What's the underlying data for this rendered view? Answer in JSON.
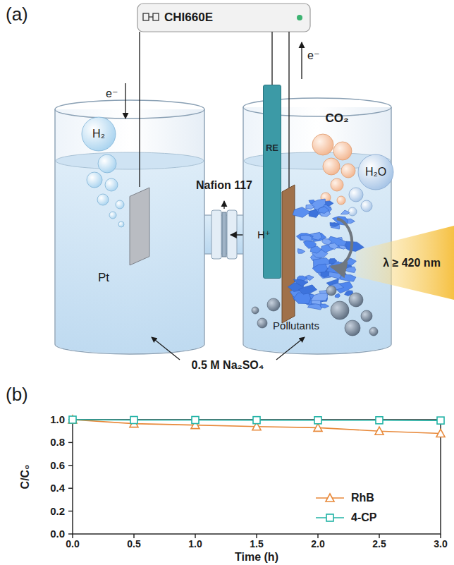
{
  "diagram": {
    "nodes": [
      {
        "text": [
          "CHI660E"
        ]
      },
      {
        "text": [
          "Pt"
        ]
      },
      {
        "text": [
          "RE"
        ]
      }
    ],
    "edges": [
      {
        "from": 0,
        "to": 1,
        "arrow": "none"
      },
      {
        "from": 0,
        "to": 2,
        "arrow": "none"
      }
    ],
    "labels": [
      "(a)",
      "e⁻",
      "e⁻",
      "H₂",
      "CO₂",
      "H₂O",
      "Nafion 117",
      "H⁺",
      "λ ≥ 420 nm",
      "Pollutants",
      "0.5 M Na₂SO₄",
      "(b)",
      "1.0",
      "0.8",
      "0.6",
      "0.4",
      "0.2",
      "0.0",
      "0.0",
      "0.5",
      "1.0",
      "1.5",
      "2.0",
      "2.5",
      "3.0",
      "Time (h)",
      "C/C₀"
    ],
    "legend": [
      {
        "text": "RhB"
      },
      {
        "text": "4-CP"
      }
    ]
  }
}
